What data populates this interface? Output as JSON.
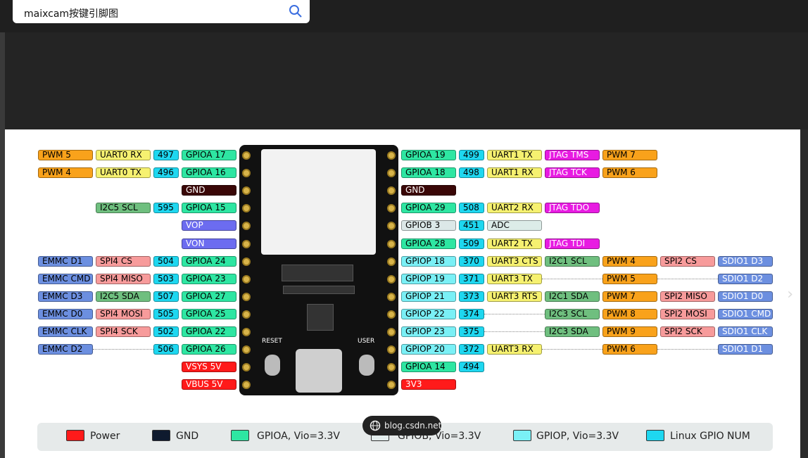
{
  "search": {
    "query": "maixcam按键引脚图"
  },
  "watermark": "blog.csdn.net",
  "colors": {
    "pwm": "#f9a21b",
    "uart": "#f6f170",
    "num": "#1ed7f0",
    "gpioa": "#2ee6a2",
    "gpiob": "#dce8e8",
    "gpiop": "#7af0f6",
    "gnd": "#3a0707",
    "vop": "#6c6cf0",
    "power": "#ff1a1a",
    "emmc": "#6c8fe0",
    "spi": "#f79b9b",
    "i2c": "#6fbf7f",
    "jtag": "#e81be2",
    "sdio": "#6c8fe0",
    "adc": "#dcece8",
    "legend_gnd": "#0e1a2e"
  },
  "left_rows": [
    {
      "c": [
        "PWM 5",
        "UART0 RX",
        "497",
        "GPIOA 17"
      ]
    },
    {
      "c": [
        "PWM 4",
        "UART0 TX",
        "496",
        "GPIOA 16"
      ]
    },
    {
      "c": [
        "",
        "",
        "",
        "GND"
      ]
    },
    {
      "c": [
        "",
        "I2C5 SCL",
        "595",
        "GPIOA 15"
      ]
    },
    {
      "c": [
        "",
        "",
        "",
        "VOP"
      ]
    },
    {
      "c": [
        "",
        "",
        "",
        "VON"
      ]
    },
    {
      "c": [
        "EMMC D1",
        "SPI4 CS",
        "504",
        "GPIOA 24"
      ]
    },
    {
      "c": [
        "EMMC CMD",
        "SPI4 MISO",
        "503",
        "GPIOA 23"
      ]
    },
    {
      "c": [
        "EMMC D3",
        "I2C5 SDA",
        "507",
        "GPIOA 27"
      ]
    },
    {
      "c": [
        "EMMC D0",
        "SPI4 MOSI",
        "505",
        "GPIOA 25"
      ]
    },
    {
      "c": [
        "EMMC CLK",
        "SPI4 SCK",
        "502",
        "GPIOA 22"
      ]
    },
    {
      "c": [
        "EMMC D2",
        "",
        "506",
        "GPIOA 26"
      ]
    },
    {
      "c": [
        "",
        "",
        "",
        "VSYS 5V"
      ]
    },
    {
      "c": [
        "",
        "",
        "",
        "VBUS 5V"
      ]
    }
  ],
  "right_rows": [
    {
      "c": [
        "GPIOA 19",
        "499",
        "UART1 TX",
        "JTAG TMS",
        "PWM 7",
        "",
        ""
      ]
    },
    {
      "c": [
        "GPIOA 18",
        "498",
        "UART1 RX",
        "JTAG TCK",
        "PWM 6",
        "",
        ""
      ]
    },
    {
      "c": [
        "GND",
        "",
        "",
        "",
        "",
        "",
        ""
      ]
    },
    {
      "c": [
        "GPIOA 29",
        "508",
        "UART2 RX",
        "JTAG TDO",
        "",
        "",
        ""
      ]
    },
    {
      "c": [
        "GPIOB 3",
        "451",
        "ADC",
        "",
        "",
        "",
        ""
      ]
    },
    {
      "c": [
        "GPIOA 28",
        "509",
        "UART2 TX",
        "JTAG TDI",
        "",
        "",
        ""
      ]
    },
    {
      "c": [
        "GPIOP 18",
        "370",
        "UART3 CTS",
        "I2C1 SCL",
        "PWM 4",
        "SPI2 CS",
        "SDIO1 D3"
      ]
    },
    {
      "c": [
        "GPIOP 19",
        "371",
        "UART3 TX",
        "",
        "PWM 5",
        "",
        "SDIO1 D2"
      ]
    },
    {
      "c": [
        "GPIOP 21",
        "373",
        "UART3 RTS",
        "I2C1 SDA",
        "PWM 7",
        "SPI2 MISO",
        "SDIO1 D0"
      ]
    },
    {
      "c": [
        "GPIOP 22",
        "374",
        "",
        "I2C3 SCL",
        "PWM 8",
        "SPI2 MOSI",
        "SDIO1 CMD"
      ]
    },
    {
      "c": [
        "GPIOP 23",
        "375",
        "",
        "I2C3 SDA",
        "PWM 9",
        "SPI2 SCK",
        "SDIO1 CLK"
      ]
    },
    {
      "c": [
        "GPIOP 20",
        "372",
        "UART3 RX",
        "",
        "PWM 6",
        "",
        "SDIO1 D1"
      ]
    },
    {
      "c": [
        "GPIOA 14",
        "494",
        "",
        "",
        "",
        "",
        ""
      ]
    },
    {
      "c": [
        "3V3",
        "",
        "",
        "",
        "",
        "",
        ""
      ]
    }
  ],
  "board": {
    "reset_label": "RESET",
    "user_label": "USER"
  },
  "legend": [
    {
      "label": "Power",
      "color": "#ff1a1a"
    },
    {
      "label": "GND",
      "color": "#0e1a2e"
    },
    {
      "label": "GPIOA, Vio=3.3V",
      "color": "#2ee6a2"
    },
    {
      "label": "GPIOB, Vio=3.3V",
      "color": "#e4eeee"
    },
    {
      "label": "GPIOP, Vio=3.3V",
      "color": "#7af0f6"
    },
    {
      "label": "Linux GPIO NUM",
      "color": "#1ed7f0"
    }
  ]
}
